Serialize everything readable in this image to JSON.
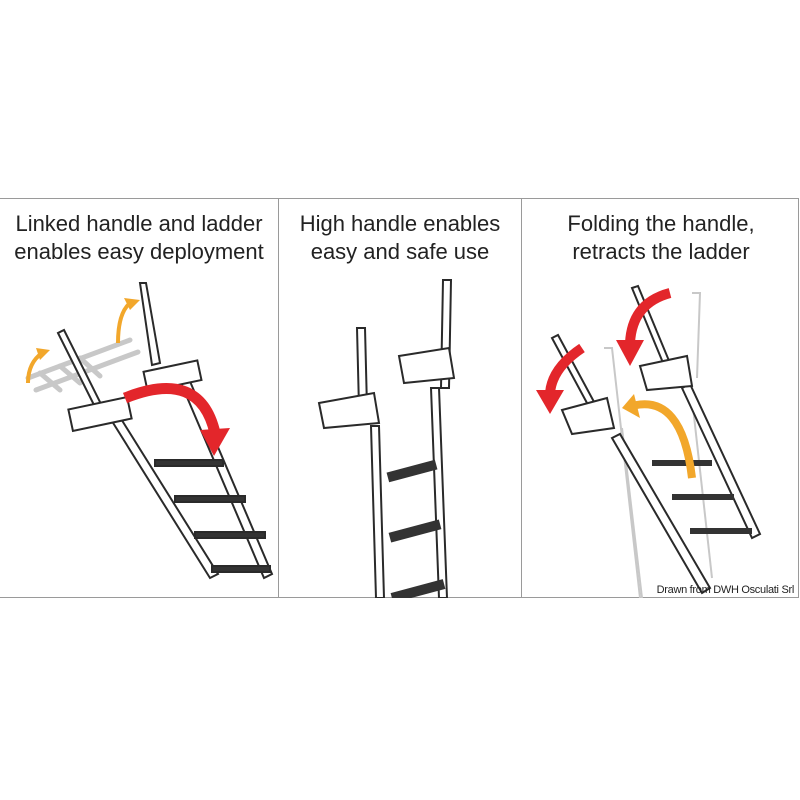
{
  "panels": [
    {
      "caption_line1": "Linked handle and ladder",
      "caption_line2": "enables easy deployment"
    },
    {
      "caption_line1": "High handle enables",
      "caption_line2": "easy and safe use"
    },
    {
      "caption_line1": "Folding the handle,",
      "caption_line2": "retracts the ladder"
    }
  ],
  "credit": "Drawn from DWH Osculati Srl",
  "colors": {
    "red_arrow": "#e3262b",
    "orange_arrow": "#f2a72b",
    "outline": "#2a2a2a",
    "ghost": "#c8c8c8",
    "border": "#9a9a9a"
  }
}
